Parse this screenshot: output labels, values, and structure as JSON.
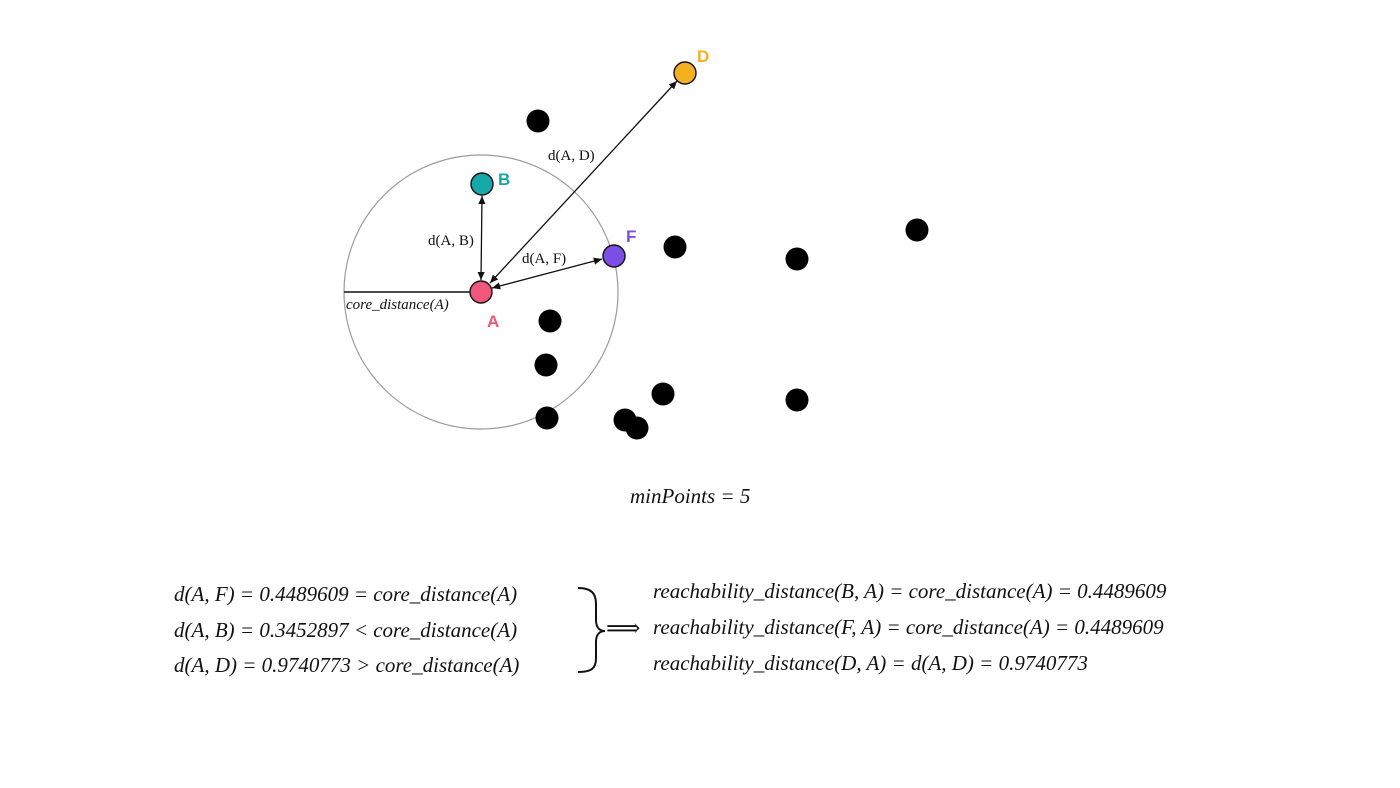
{
  "points": {
    "A": {
      "label": "A",
      "color": "#f0577a"
    },
    "B": {
      "label": "B",
      "color": "#18a8a8"
    },
    "F": {
      "label": "F",
      "color": "#7b4fe6"
    },
    "D": {
      "label": "D",
      "color": "#f5b021"
    }
  },
  "edge_labels": {
    "ab": "d(A, B)",
    "af": "d(A, F)",
    "ad": "d(A, D)",
    "core": "core_distance(A)"
  },
  "min_points": "minPoints = 5",
  "equations_left": [
    "d(A, F) = 0.4489609 = core_distance(A)",
    "d(A, B) = 0.3452897 < core_distance(A)",
    "d(A, D) = 0.9740773 > core_distance(A)"
  ],
  "implies": "⟹",
  "equations_right": [
    "reachability_distance(B, A) = core_distance(A) = 0.4489609",
    "reachability_distance(F, A) = core_distance(A) = 0.4489609",
    "reachability_distance(D, A) = d(A, D) = 0.9740773"
  ]
}
